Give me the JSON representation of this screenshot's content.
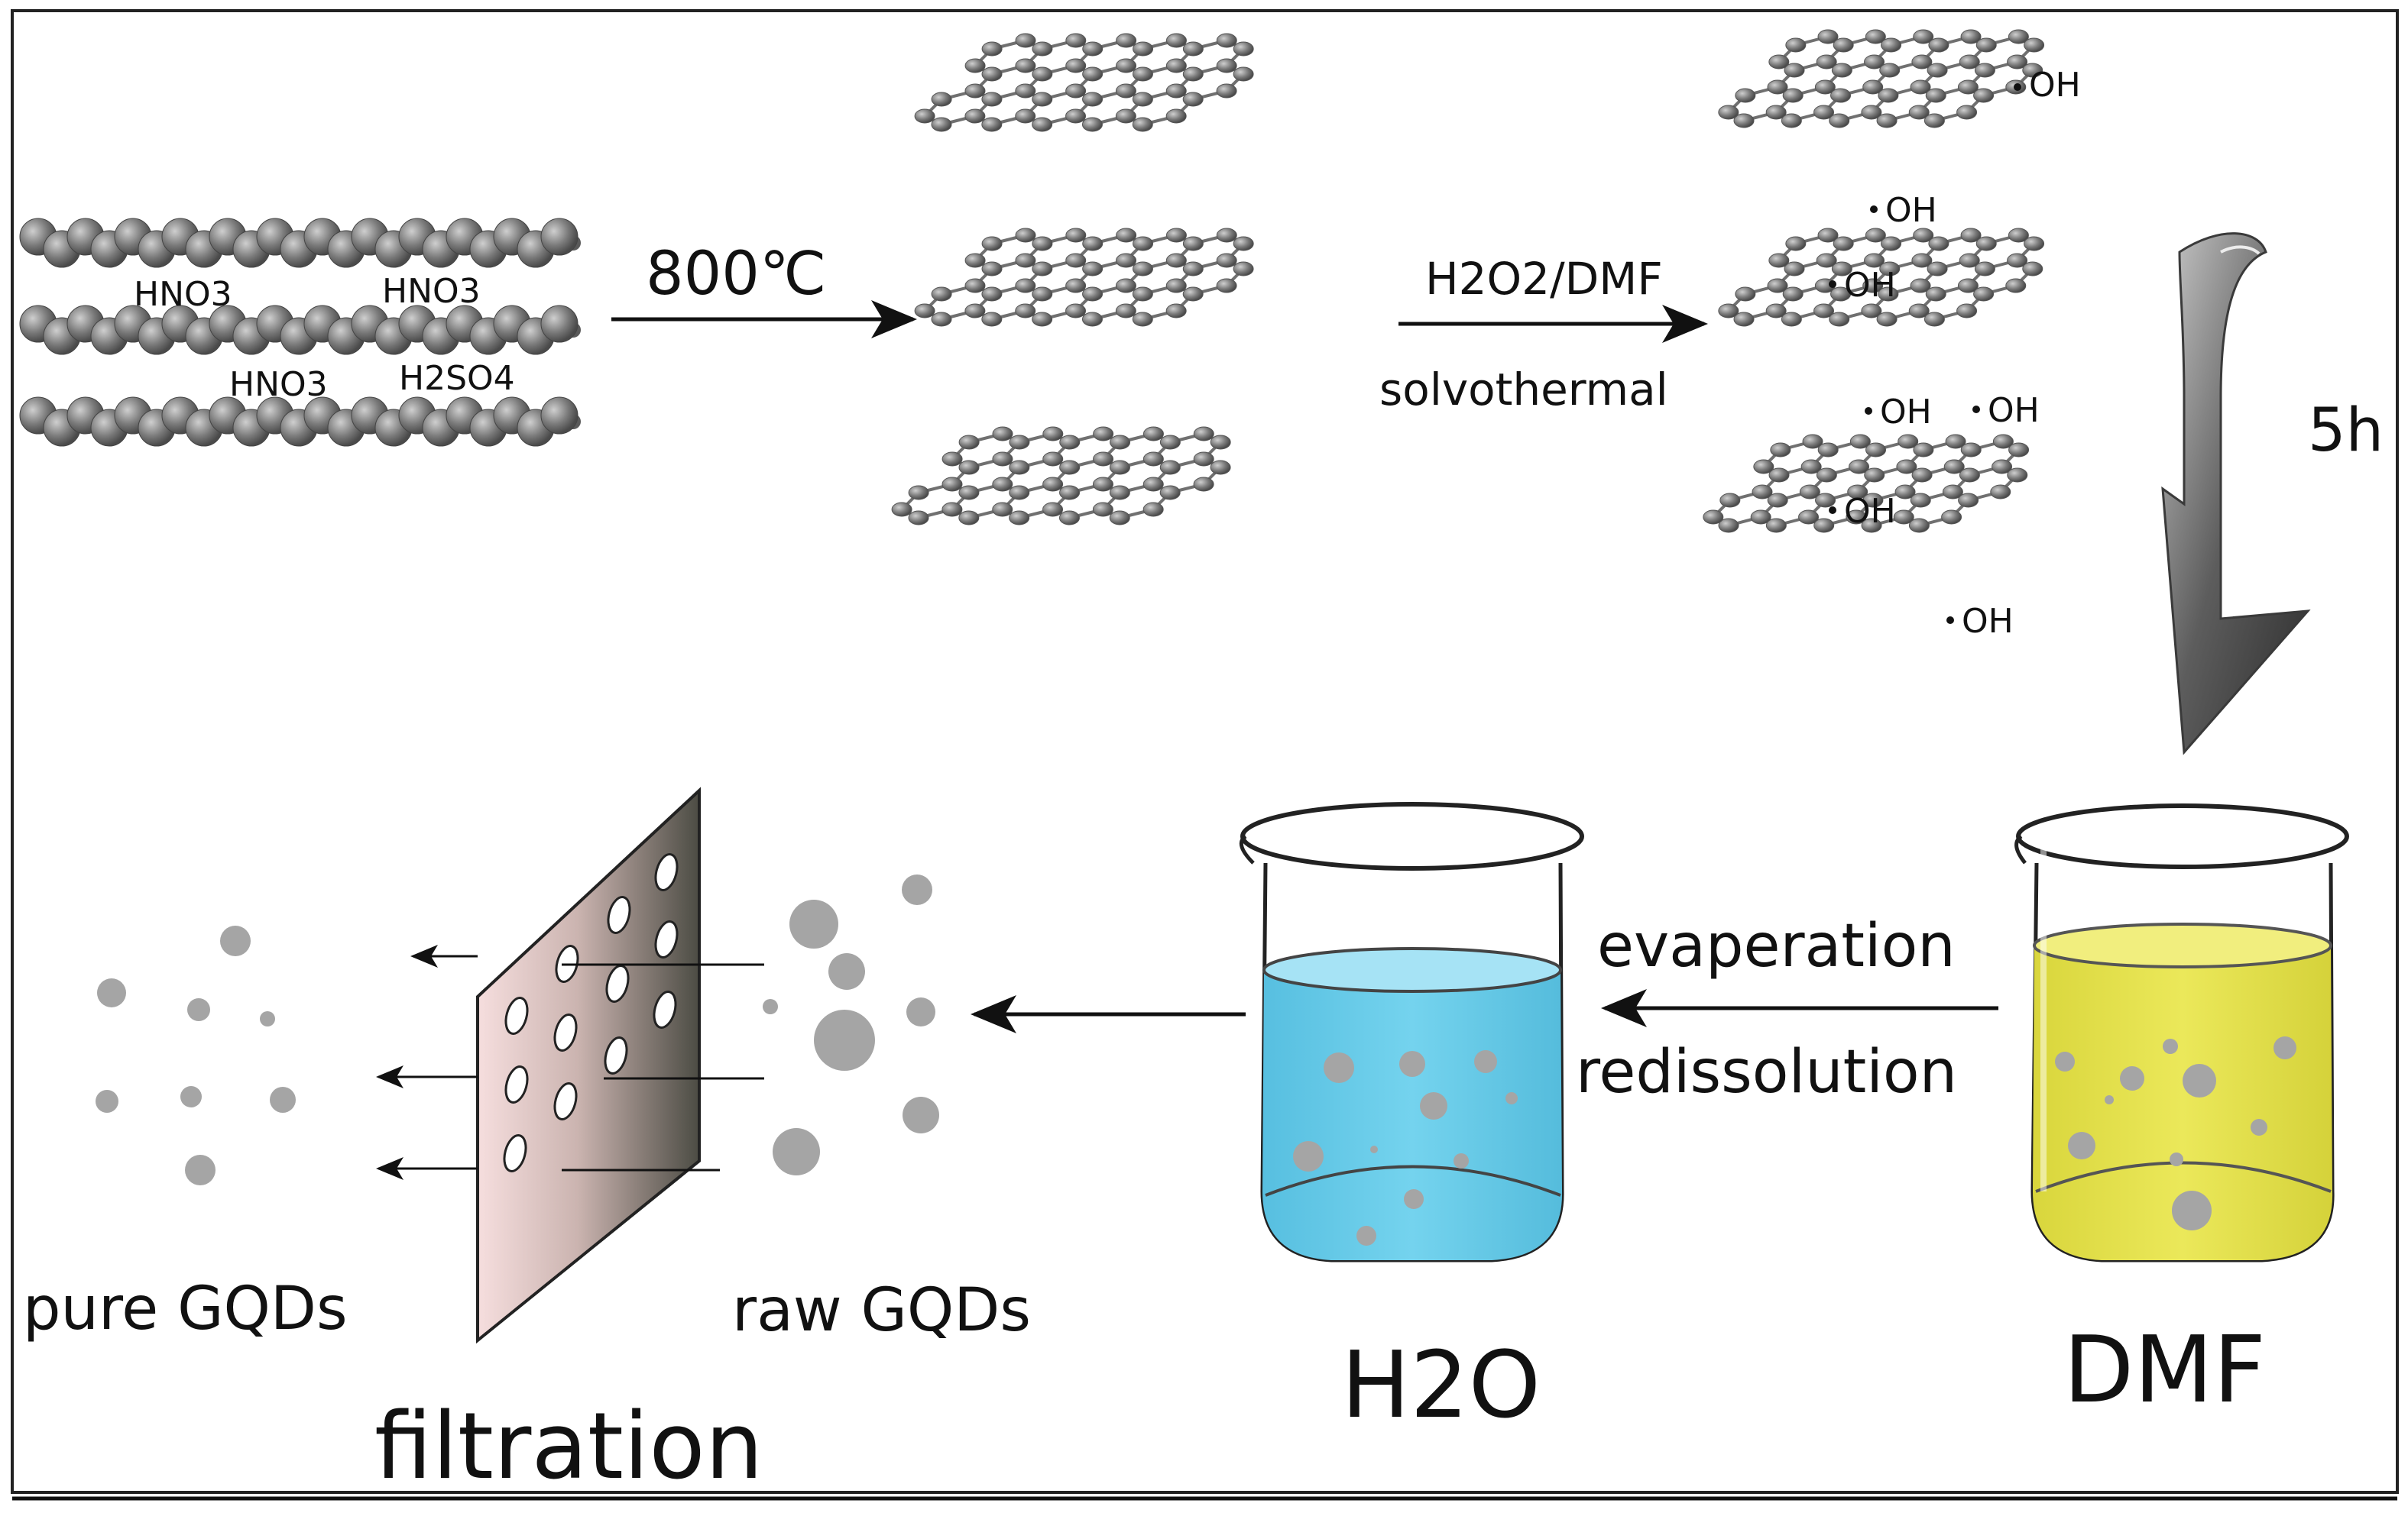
{
  "stage1": {
    "acid_labels": [
      "HNO3",
      "HNO3",
      "HNO3",
      "H2SO4"
    ]
  },
  "step1": {
    "label": "800℃"
  },
  "step2": {
    "label_top": "H2O2/DMF",
    "label_bottom": "solvothermal"
  },
  "hydroxyl_label": "OH",
  "step3": {
    "label": "5h"
  },
  "step4": {
    "label_top": "evaperation",
    "label_bottom": "redissolution"
  },
  "beakers": {
    "dmf_label": "DMF",
    "water_label": "H2O"
  },
  "filtration": {
    "raw_label": "raw GQDs",
    "pure_label": "pure GQDs",
    "title": "filtration"
  },
  "colors": {
    "dmf_solution": "#e3e04e",
    "water_solution": "#67cbe8",
    "particle": "#a5a5a5",
    "atom": "#777777",
    "membrane_light": "#f6dede",
    "membrane_dark": "#4c4c44",
    "curved_arrow": "#5d5d5d"
  }
}
